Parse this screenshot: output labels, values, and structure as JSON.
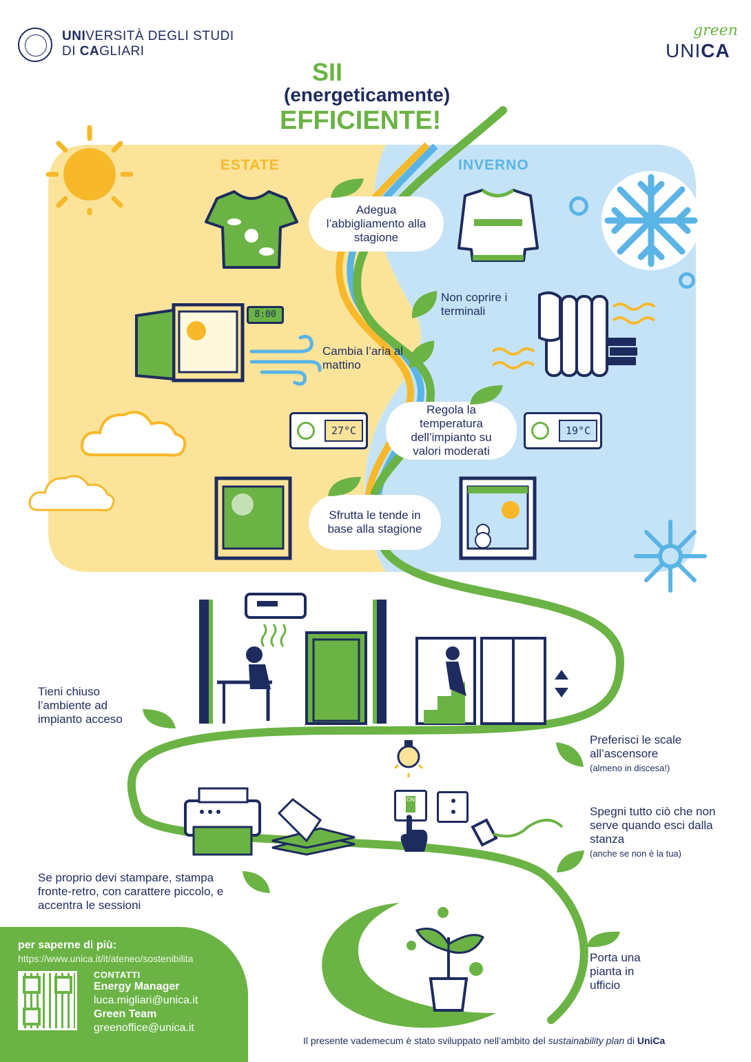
{
  "header": {
    "university_line1_bold": "UNI",
    "university_line1_rest": "VERSITÀ DEGLI STUDI",
    "university_line2_pre": "DI ",
    "university_line2_bold": "CA",
    "university_line2_rest": "GLIARI",
    "logo_script": "green",
    "logo_uni": "UNI",
    "logo_ca": "CA"
  },
  "title": {
    "line1": "SII",
    "line2": "(energeticamente)",
    "line3": "EFFICIENTE!"
  },
  "seasons": {
    "summer": "ESTATE",
    "winter": "INVERNO"
  },
  "tips": {
    "clothing": "Adegua l’abbigliamento alla stagione",
    "terminals": "Non coprire i terminali",
    "air": "Cambia l’aria al mattino",
    "temperature": "Regola la temperatura dell’impianto su valori moderati",
    "curtains": "Sfrutta le tende in base alla stagione",
    "closed": "Tieni chiuso l’ambiente ad impianto acceso",
    "stairs": "Preferisci le scale all’ascensore",
    "stairs_note": "(almeno in discesa!)",
    "switch_off": "Spegni tutto ciò che non serve quando esci dalla stanza",
    "switch_off_note": "(anche se non è la tua)",
    "print": "Se proprio devi stampare, stampa fronte-retro, con carattere piccolo, e accentra le sessioni",
    "plant": "Porta una pianta in ufficio"
  },
  "devices": {
    "clock": "8:00",
    "summer_temp": "27°C",
    "winter_temp": "19°C",
    "switch_label": "ON"
  },
  "footer": {
    "more_info": "per saperne di più:",
    "url": "https://www.unica.it/it/ateneo/sostenibilita",
    "contacts": "CONTATTI",
    "energy_manager": "Energy Manager",
    "energy_email": "luca.migliari@unica.it",
    "green_team": "Green Team",
    "green_email": "greenoffice@unica.it",
    "note_pre": "Il presente vademecum è stato sviluppato nell’ambito del ",
    "note_italic": "sustainability plan",
    "note_mid": " di ",
    "note_bold": "UniCa"
  },
  "colors": {
    "navy": "#1e2b5e",
    "green": "#6ab344",
    "summer_bg": "#fbe49a",
    "winter_bg": "#c5e3f6",
    "sun": "#f7b82a",
    "snow": "#5ab4e5"
  }
}
